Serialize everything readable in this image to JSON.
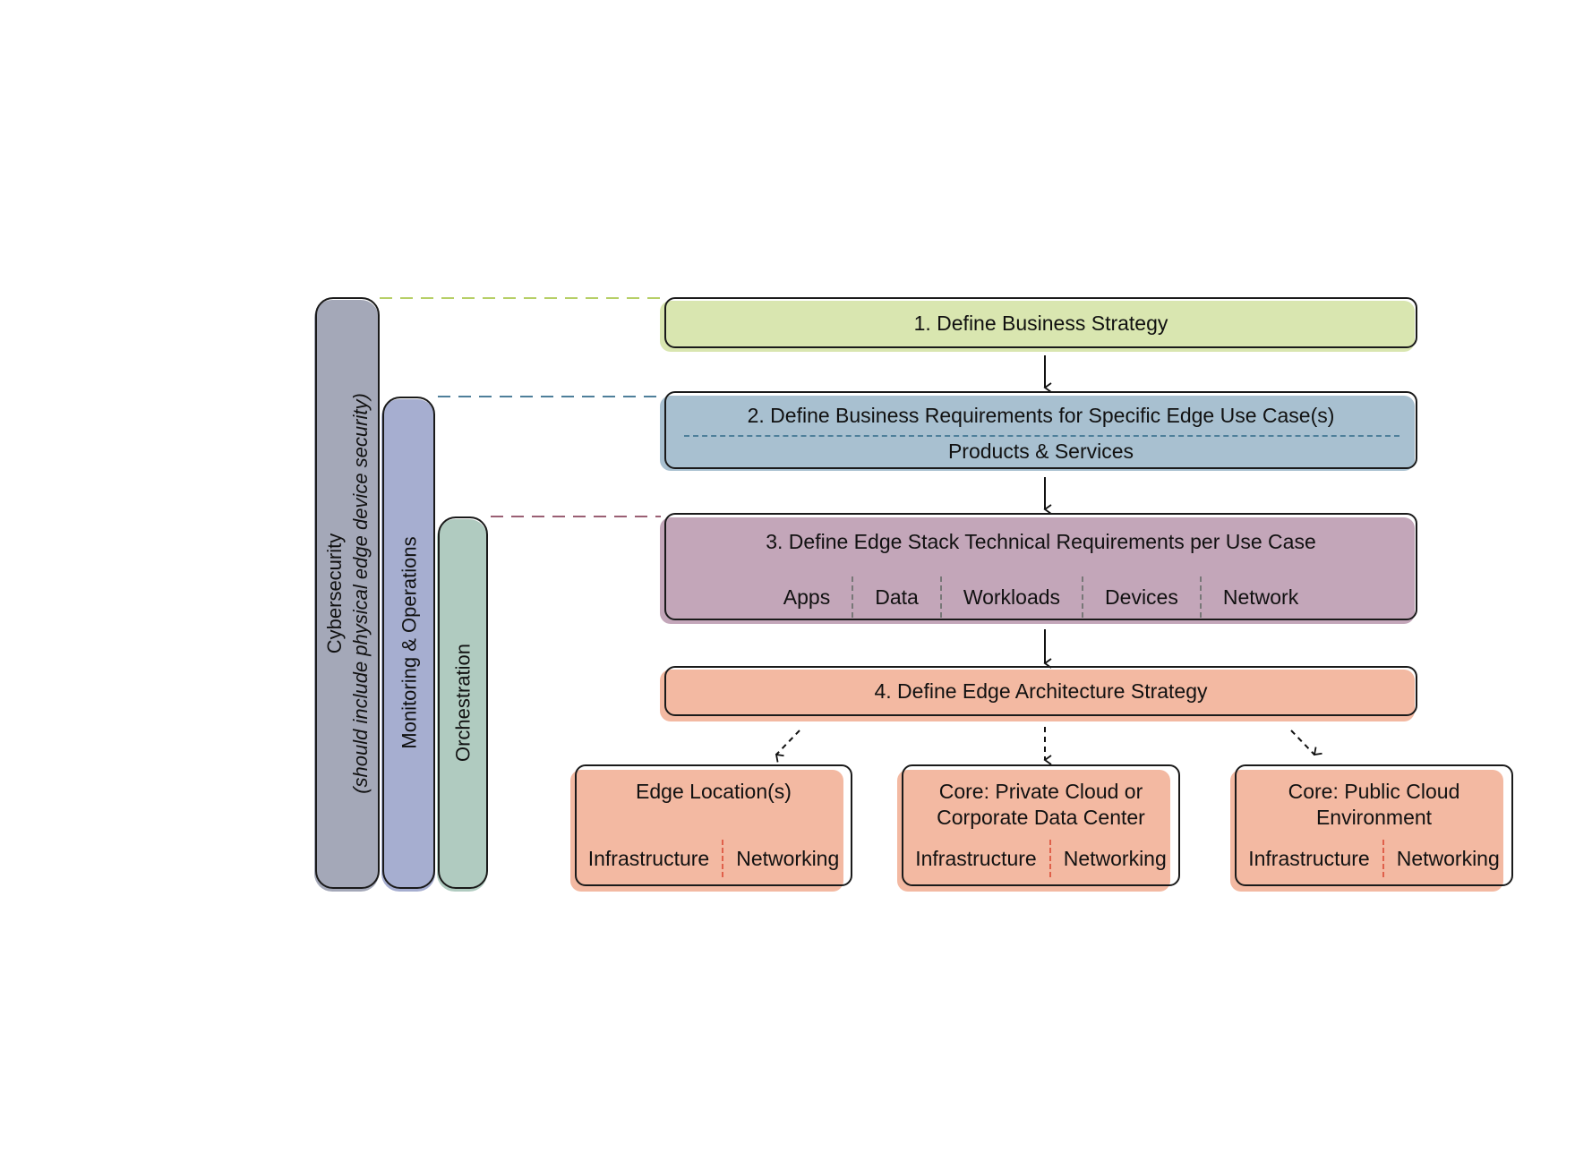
{
  "colors": {
    "green": "#d9e6b0",
    "blue": "#a8c0d0",
    "purple": "#c3a6b9",
    "orange": "#f3b9a2",
    "pillar_gray": "#a4a8b8",
    "pillar_periwinkle": "#a6aed0",
    "pillar_green": "#b0cbc0",
    "green_dash": "#b6cf66",
    "blue_dash": "#4e7f9a",
    "purple_dash": "#9a5f73",
    "red_dash": "#e0604a"
  },
  "pillars": {
    "cybersecurity": {
      "label": "Cybersecurity",
      "sublabel": "(should include physical edge device security)"
    },
    "monitoring": {
      "label": "Monitoring & Operations"
    },
    "orchestration": {
      "label": "Orchestration"
    }
  },
  "steps": {
    "step1": {
      "title": "1. Define Business Strategy"
    },
    "step2": {
      "title": "2. Define Business Requirements for Specific Edge Use Case(s)",
      "subtitle": "Products & Services"
    },
    "step3": {
      "title": "3. Define Edge Stack Technical Requirements per Use Case",
      "items": [
        "Apps",
        "Data",
        "Workloads",
        "Devices",
        "Network"
      ]
    },
    "step4": {
      "title": "4. Define Edge Architecture Strategy"
    }
  },
  "targets": [
    {
      "title_line1": "Edge Location(s)",
      "title_line2": "",
      "left": "Infrastructure",
      "right": "Networking"
    },
    {
      "title_line1": "Core: Private Cloud or",
      "title_line2": "Corporate Data Center",
      "left": "Infrastructure",
      "right": "Networking"
    },
    {
      "title_line1": "Core: Public Cloud",
      "title_line2": "Environment",
      "left": "Infrastructure",
      "right": "Networking"
    }
  ]
}
